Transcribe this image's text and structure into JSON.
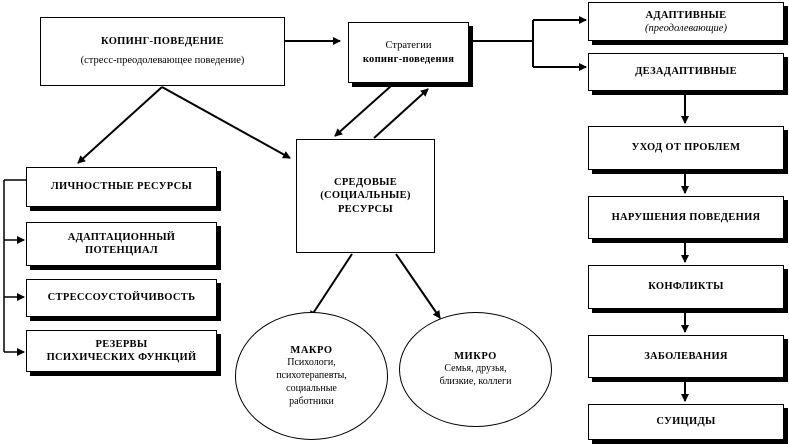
{
  "coping": {
    "title": "КОПИНГ-ПОВЕДЕНИЕ",
    "subtitle": "(стресс-преодолевающее поведение)"
  },
  "strategies": {
    "line1": "Стратегии",
    "line2": "копинг-поведения"
  },
  "adaptive": {
    "title": "АДАПТИВНЫЕ",
    "subtitle": "(преодолевающие)"
  },
  "maladaptive": "ДЕЗАДАПТИВНЫЕ",
  "consequences": [
    "УХОД ОТ ПРОБЛЕМ",
    "НАРУШЕНИЯ ПОВЕДЕНИЯ",
    "КОНФЛИКТЫ",
    "ЗАБОЛЕВАНИЯ",
    "СУИЦИДЫ"
  ],
  "personal": {
    "title": "ЛИЧНОСТНЫЕ РЕСУРСЫ",
    "items": [
      [
        "АДАПТАЦИОННЫЙ",
        "ПОТЕНЦИАЛ"
      ],
      [
        "СТРЕССОУСТОЙЧИВОСТЬ"
      ],
      [
        "РЕЗЕРВЫ",
        "ПСИХИЧЕСКИХ ФУНКЦИЙ"
      ]
    ]
  },
  "environment": {
    "line1": "СРЕДОВЫЕ",
    "line2": "(СОЦИАЛЬНЫЕ)",
    "line3": "РЕСУРСЫ"
  },
  "macro": {
    "title": "МАКРО",
    "lines": [
      "Психологи,",
      "психотерапевты,",
      "социальные",
      "работники"
    ]
  },
  "micro": {
    "title": "МИКРО",
    "lines": [
      "Семья, друзья,",
      "близкие, коллеги"
    ]
  }
}
